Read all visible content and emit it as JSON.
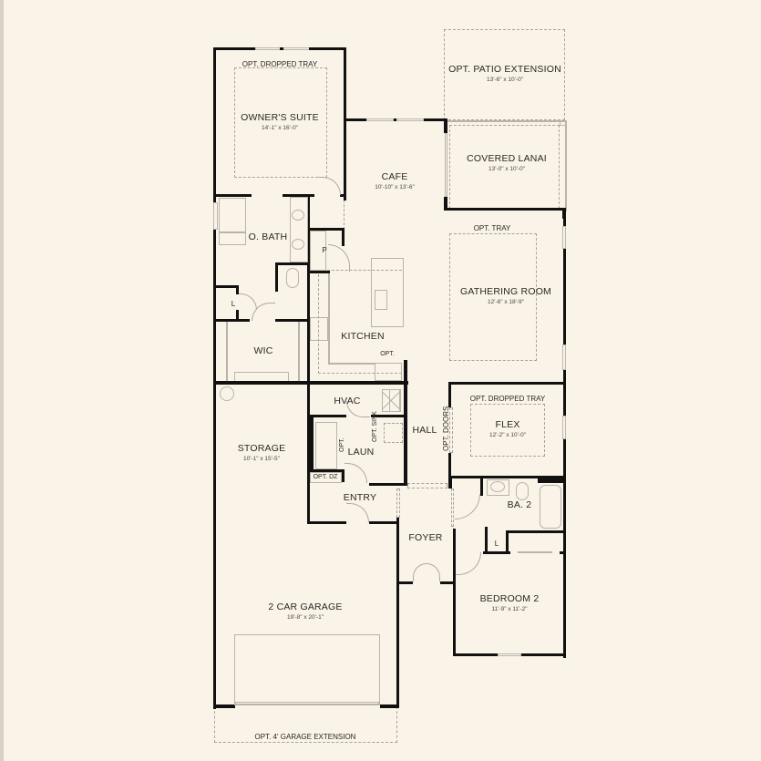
{
  "plan": {
    "rooms": {
      "owners_suite": {
        "name": "OWNER'S SUITE",
        "dim": "14'-1\" x 16'-0\"",
        "note": "OPT. DROPPED TRAY"
      },
      "patio_extension": {
        "name": "OPT. PATIO EXTENSION",
        "dim": "13'-6\" x 10'-0\""
      },
      "covered_lanai": {
        "name": "COVERED LANAI",
        "dim": "13'-0\" x 10'-0\""
      },
      "cafe": {
        "name": "CAFE",
        "dim": "10'-10\" x 13'-6\""
      },
      "gathering_room": {
        "name": "GATHERING ROOM",
        "dim": "12'-6\" x 18'-9\"",
        "note": "OPT. TRAY"
      },
      "o_bath": {
        "name": "O. BATH"
      },
      "pantry": {
        "name": "P"
      },
      "linen_owner": {
        "name": "L"
      },
      "wic": {
        "name": "WIC"
      },
      "kitchen": {
        "name": "KITCHEN",
        "note": "OPT."
      },
      "hvac": {
        "name": "HVAC"
      },
      "laundry": {
        "name": "LAUN",
        "opt_note": "OPT.",
        "opt_sink": "OPT. SINK"
      },
      "opt_dz": {
        "name": "OPT. DZ"
      },
      "entry": {
        "name": "ENTRY"
      },
      "hall": {
        "name": "HALL"
      },
      "flex": {
        "name": "FLEX",
        "dim": "12'-2\" x 10'-0\"",
        "note": "OPT. DROPPED TRAY",
        "doors": "OPT. DOORS"
      },
      "storage": {
        "name": "STORAGE",
        "dim": "10'-1\" x 15'-5\""
      },
      "bath2": {
        "name": "BA. 2"
      },
      "linen_bed": {
        "name": "L"
      },
      "foyer": {
        "name": "FOYER"
      },
      "bedroom2": {
        "name": "BEDROOM 2",
        "dim": "11'-9\" x 11'-2\""
      },
      "garage": {
        "name": "2 CAR GARAGE",
        "dim": "19'-8\" x 20'-1\""
      },
      "garage_extension": {
        "name": "OPT. 4' GARAGE EXTENSION"
      }
    },
    "colors": {
      "background": "#f9f3e8",
      "wall": "#111111",
      "dashed": "#a8a29a"
    }
  }
}
